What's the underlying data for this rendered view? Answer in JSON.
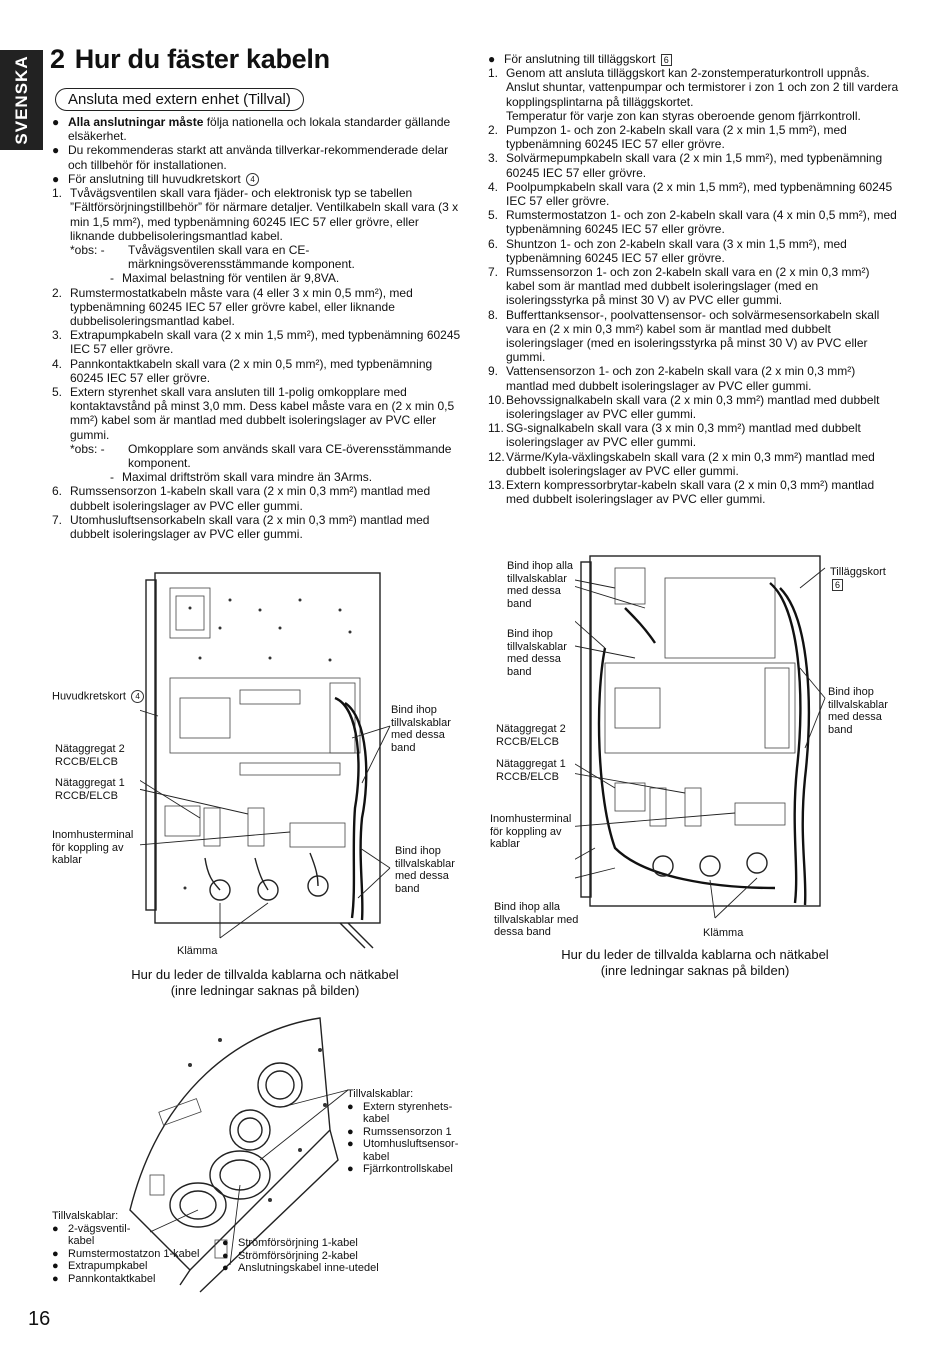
{
  "tab": "SVENSKA",
  "section": {
    "number": "2",
    "title": "Hur du fäster kabeln"
  },
  "subheading": "Ansluta med extern enhet (Tillval)",
  "left_bullets": [
    {
      "bold": "Alla anslutningar måste",
      "text": " följa nationella och lokala standarder gällande elsäkerhet."
    },
    {
      "bold": "",
      "text": "Du rekommenderas starkt att använda tillverkar-rekommenderade delar och tillbehör för installationen."
    },
    {
      "bold": "",
      "text": "För anslutning till huvudkretskort",
      "ref": "4"
    }
  ],
  "left_items": [
    {
      "n": "1.",
      "text": "Tvåvägsventilen skall vara fjäder- och elektronisk typ se tabellen ”Fältförsörjningstillbehör” för närmare detaljer. Ventilkabeln skall vara (3 x min 1,5 mm²), med typbenämning 60245 IEC 57 eller grövre, eller liknande dubbelisoleringsmantlad kabel.",
      "obs_label": "*obs: -",
      "obs1": "Tvåvägsventilen skall vara en CE-märkningsöverensstämmande komponent.",
      "obs2": "Maximal belastning för ventilen är 9,8VA."
    },
    {
      "n": "2.",
      "text": "Rumstermostatkabeln måste vara (4 eller 3 x min 0,5 mm²), med typbenämning 60245 IEC 57 eller grövre kabel, eller liknande dubbelisoleringsmantlad kabel."
    },
    {
      "n": "3.",
      "text": "Extrapumpkabeln skall vara (2 x min 1,5 mm²), med typbenämning 60245 IEC 57 eller grövre."
    },
    {
      "n": "4.",
      "text": "Pannkontaktkabeln skall vara (2 x min 0,5 mm²), med typbenämning 60245 IEC 57 eller grövre."
    },
    {
      "n": "5.",
      "text": "Extern styrenhet skall vara ansluten till 1-polig omkopplare med kontaktavstånd på minst 3,0 mm. Dess kabel måste vara en (2 x min 0,5 mm²) kabel som är mantlad med dubbelt isoleringslager av PVC eller gummi.",
      "obs_label": "*obs: -",
      "obs1": "Omkopplare som används skall vara CE-överensstämmande komponent.",
      "obs2": "Maximal driftström skall vara mindre än 3Arms."
    },
    {
      "n": "6.",
      "text": "Rumssensorzon 1-kabeln skall vara (2 x min 0,3 mm²) mantlad med dubbelt isoleringslager av PVC eller gummi."
    },
    {
      "n": "7.",
      "text": "Utomhusluftsensorkabeln skall vara (2 x min 0,3 mm²) mantlad med dubbelt isoleringslager av PVC eller gummi."
    }
  ],
  "right_bullet": {
    "text": "För anslutning till tilläggskort",
    "ref": "6"
  },
  "right_items": [
    {
      "n": "1.",
      "text": "Genom att ansluta tilläggskort kan 2-zonstemperaturkontroll uppnås. Anslut shuntar, vattenpumpar och termistorer i zon 1 och zon 2 till vardera kopplingsplintarna på tilläggskortet.",
      "extra": "Temperatur för varje zon kan styras oberoende genom fjärrkontroll."
    },
    {
      "n": "2.",
      "text": "Pumpzon 1- och zon 2-kabeln skall vara (2 x min 1,5 mm²), med typbenämning 60245 IEC 57 eller grövre."
    },
    {
      "n": "3.",
      "text": "Solvärmepumpkabeln skall vara (2 x min 1,5 mm²), med typbenämning 60245 IEC 57 eller grövre."
    },
    {
      "n": "4.",
      "text": "Poolpumpkabeln skall vara (2 x min 1,5 mm²), med typbenämning 60245 IEC 57 eller grövre."
    },
    {
      "n": "5.",
      "text": "Rumstermostatzon 1- och zon 2-kabeln skall vara (4 x min 0,5 mm²), med typbenämning 60245 IEC 57 eller grövre."
    },
    {
      "n": "6.",
      "text": "Shuntzon 1- och zon 2-kabeln skall vara (3 x min 1,5 mm²), med typbenämning 60245 IEC 57 eller grövre."
    },
    {
      "n": "7.",
      "text": "Rumssensorzon 1- och zon 2-kabeln skall vara en (2 x min 0,3 mm²) kabel som är mantlad med dubbelt isoleringslager (med en isoleringsstyrka på minst 30 V) av PVC eller gummi."
    },
    {
      "n": "8.",
      "text": "Bufferttanksensor-, poolvattensensor- och solvärmesensorkabeln skall vara en (2 x min 0,3 mm²) kabel som är mantlad med dubbelt isoleringslager (med en isoleringsstyrka på minst 30 V) av PVC eller gummi."
    },
    {
      "n": "9.",
      "text": "Vattensensorzon 1- och zon 2-kabeln skall vara (2 x min 0,3 mm²) mantlad med dubbelt isoleringslager av PVC eller gummi."
    },
    {
      "n": "10.",
      "text": "Behovssignalkabeln skall vara (2 x min 0,3 mm²) mantlad med dubbelt isoleringslager av PVC eller gummi."
    },
    {
      "n": "11.",
      "text": "SG-signalkabeln skall vara (3 x min 0,3 mm²) mantlad med dubbelt isoleringslager av PVC eller gummi."
    },
    {
      "n": "12.",
      "text": "Värme/Kyla-växlingskabeln skall vara (2 x min 0,3 mm²) mantlad med dubbelt isoleringslager av PVC eller gummi."
    },
    {
      "n": "13.",
      "text": "Extern kompressorbrytar-kabeln skall vara (2 x min 0,3 mm²) mantlad med dubbelt isoleringslager av PVC eller gummi."
    }
  ],
  "fig1": {
    "huvudkretskort": "Huvudkretskort",
    "huvud_ref": "4",
    "nataggregat2": "Nätaggregat 2 RCCB/ELCB",
    "nataggregat1": "Nätaggregat 1 RCCB/ELCB",
    "inomhus": "Inomhusterminal för koppling av kablar",
    "bind1": "Bind ihop tillvalskablar med dessa band",
    "bind2": "Bind ihop tillvalskablar med dessa band",
    "klamma": "Klämma",
    "caption1": "Hur du leder de tillvalda kablarna och nätkabel",
    "caption2": "(inre ledningar saknas på bilden)"
  },
  "fig2": {
    "bind_alla_top": "Bind ihop alla tillvalskablar med dessa band",
    "bind_mid": "Bind ihop tillvalskablar med dessa band",
    "tillaggskort": "Tilläggskort",
    "tillagg_ref": "6",
    "bind_right": "Bind ihop tillvalskablar med dessa band",
    "nataggregat2": "Nätaggregat 2 RCCB/ELCB",
    "nataggregat1": "Nätaggregat 1 RCCB/ELCB",
    "inomhus": "Inomhusterminal för koppling av kablar",
    "bind_alla_bottom": "Bind ihop alla tillvalskablar med dessa band",
    "klamma": "Klämma",
    "caption1": "Hur du leder de tillvalda kablarna och nätkabel",
    "caption2": "(inre ledningar saknas på bilden)"
  },
  "fig3": {
    "right_title": "Tillvalskablar:",
    "right_items": [
      "Extern styrenhets-kabel",
      "Rumssensorzon 1",
      "Utomhusluftsensor-kabel",
      "Fjärrkontrollskabel"
    ],
    "left_title": "Tillvalskablar:",
    "left_items": [
      "2-vägsventil-kabel",
      "Rumstermostatzon 1-kabel",
      "Extrapumpkabel",
      "Pannkontaktkabel"
    ],
    "bottom_items": [
      "Strömförsörjning 1-kabel",
      "Strömförsörjning 2-kabel",
      "Anslutningskabel inne-utedel"
    ]
  },
  "page_number": "16"
}
